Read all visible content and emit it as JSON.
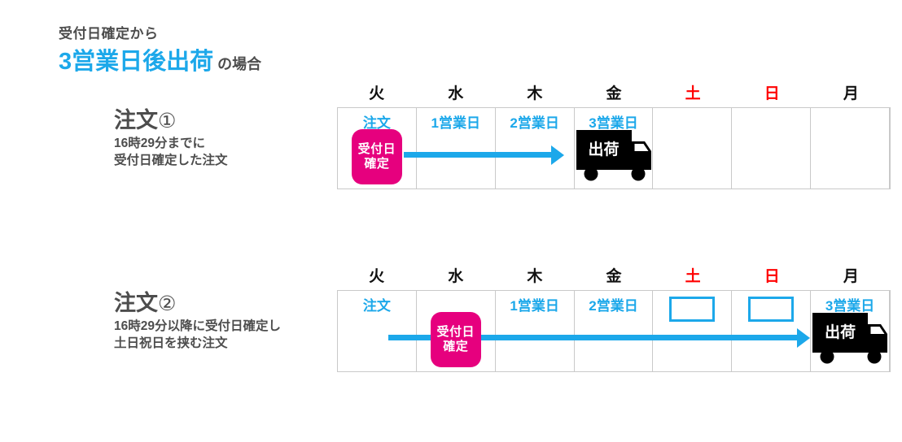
{
  "header": {
    "line1": "受付日確定から",
    "highlight": "3営業日後出荷",
    "suffix": "の場合"
  },
  "colors": {
    "accent_blue": "#1ca8ea",
    "badge_pink": "#e6007e",
    "weekend_red": "#ff0000",
    "text_gray": "#4d4d4d",
    "grid_gray": "#c9c9c9"
  },
  "sections": [
    {
      "title": "注文",
      "title_mark": "①",
      "desc_line1": "16時29分までに",
      "desc_line2": "受付日確定した注文",
      "day_headers": [
        {
          "label": "火",
          "weekend": false
        },
        {
          "label": "水",
          "weekend": false
        },
        {
          "label": "木",
          "weekend": false
        },
        {
          "label": "金",
          "weekend": false
        },
        {
          "label": "土",
          "weekend": true
        },
        {
          "label": "日",
          "weekend": true
        },
        {
          "label": "月",
          "weekend": false
        }
      ],
      "cells": [
        {
          "label": "注文",
          "badge": [
            "受付日",
            "確定"
          ]
        },
        {
          "label": "1営業日"
        },
        {
          "label": "2営業日"
        },
        {
          "label": "3営業日",
          "truck": "出荷"
        },
        {},
        {},
        {}
      ]
    },
    {
      "title": "注文",
      "title_mark": "②",
      "desc_line1": "16時29分以降に受付日確定し",
      "desc_line2": "土日祝日を挟む注文",
      "day_headers": [
        {
          "label": "火",
          "weekend": false
        },
        {
          "label": "水",
          "weekend": false
        },
        {
          "label": "木",
          "weekend": false
        },
        {
          "label": "金",
          "weekend": false
        },
        {
          "label": "土",
          "weekend": true
        },
        {
          "label": "日",
          "weekend": true
        },
        {
          "label": "月",
          "weekend": false
        }
      ],
      "cells": [
        {
          "label": "注文"
        },
        {
          "badge": [
            "受付日",
            "確定"
          ]
        },
        {
          "label": "1営業日"
        },
        {
          "label": "2営業日"
        },
        {
          "blue_box": true
        },
        {
          "blue_box": true
        },
        {
          "label": "3営業日",
          "truck": "出荷"
        }
      ]
    }
  ]
}
